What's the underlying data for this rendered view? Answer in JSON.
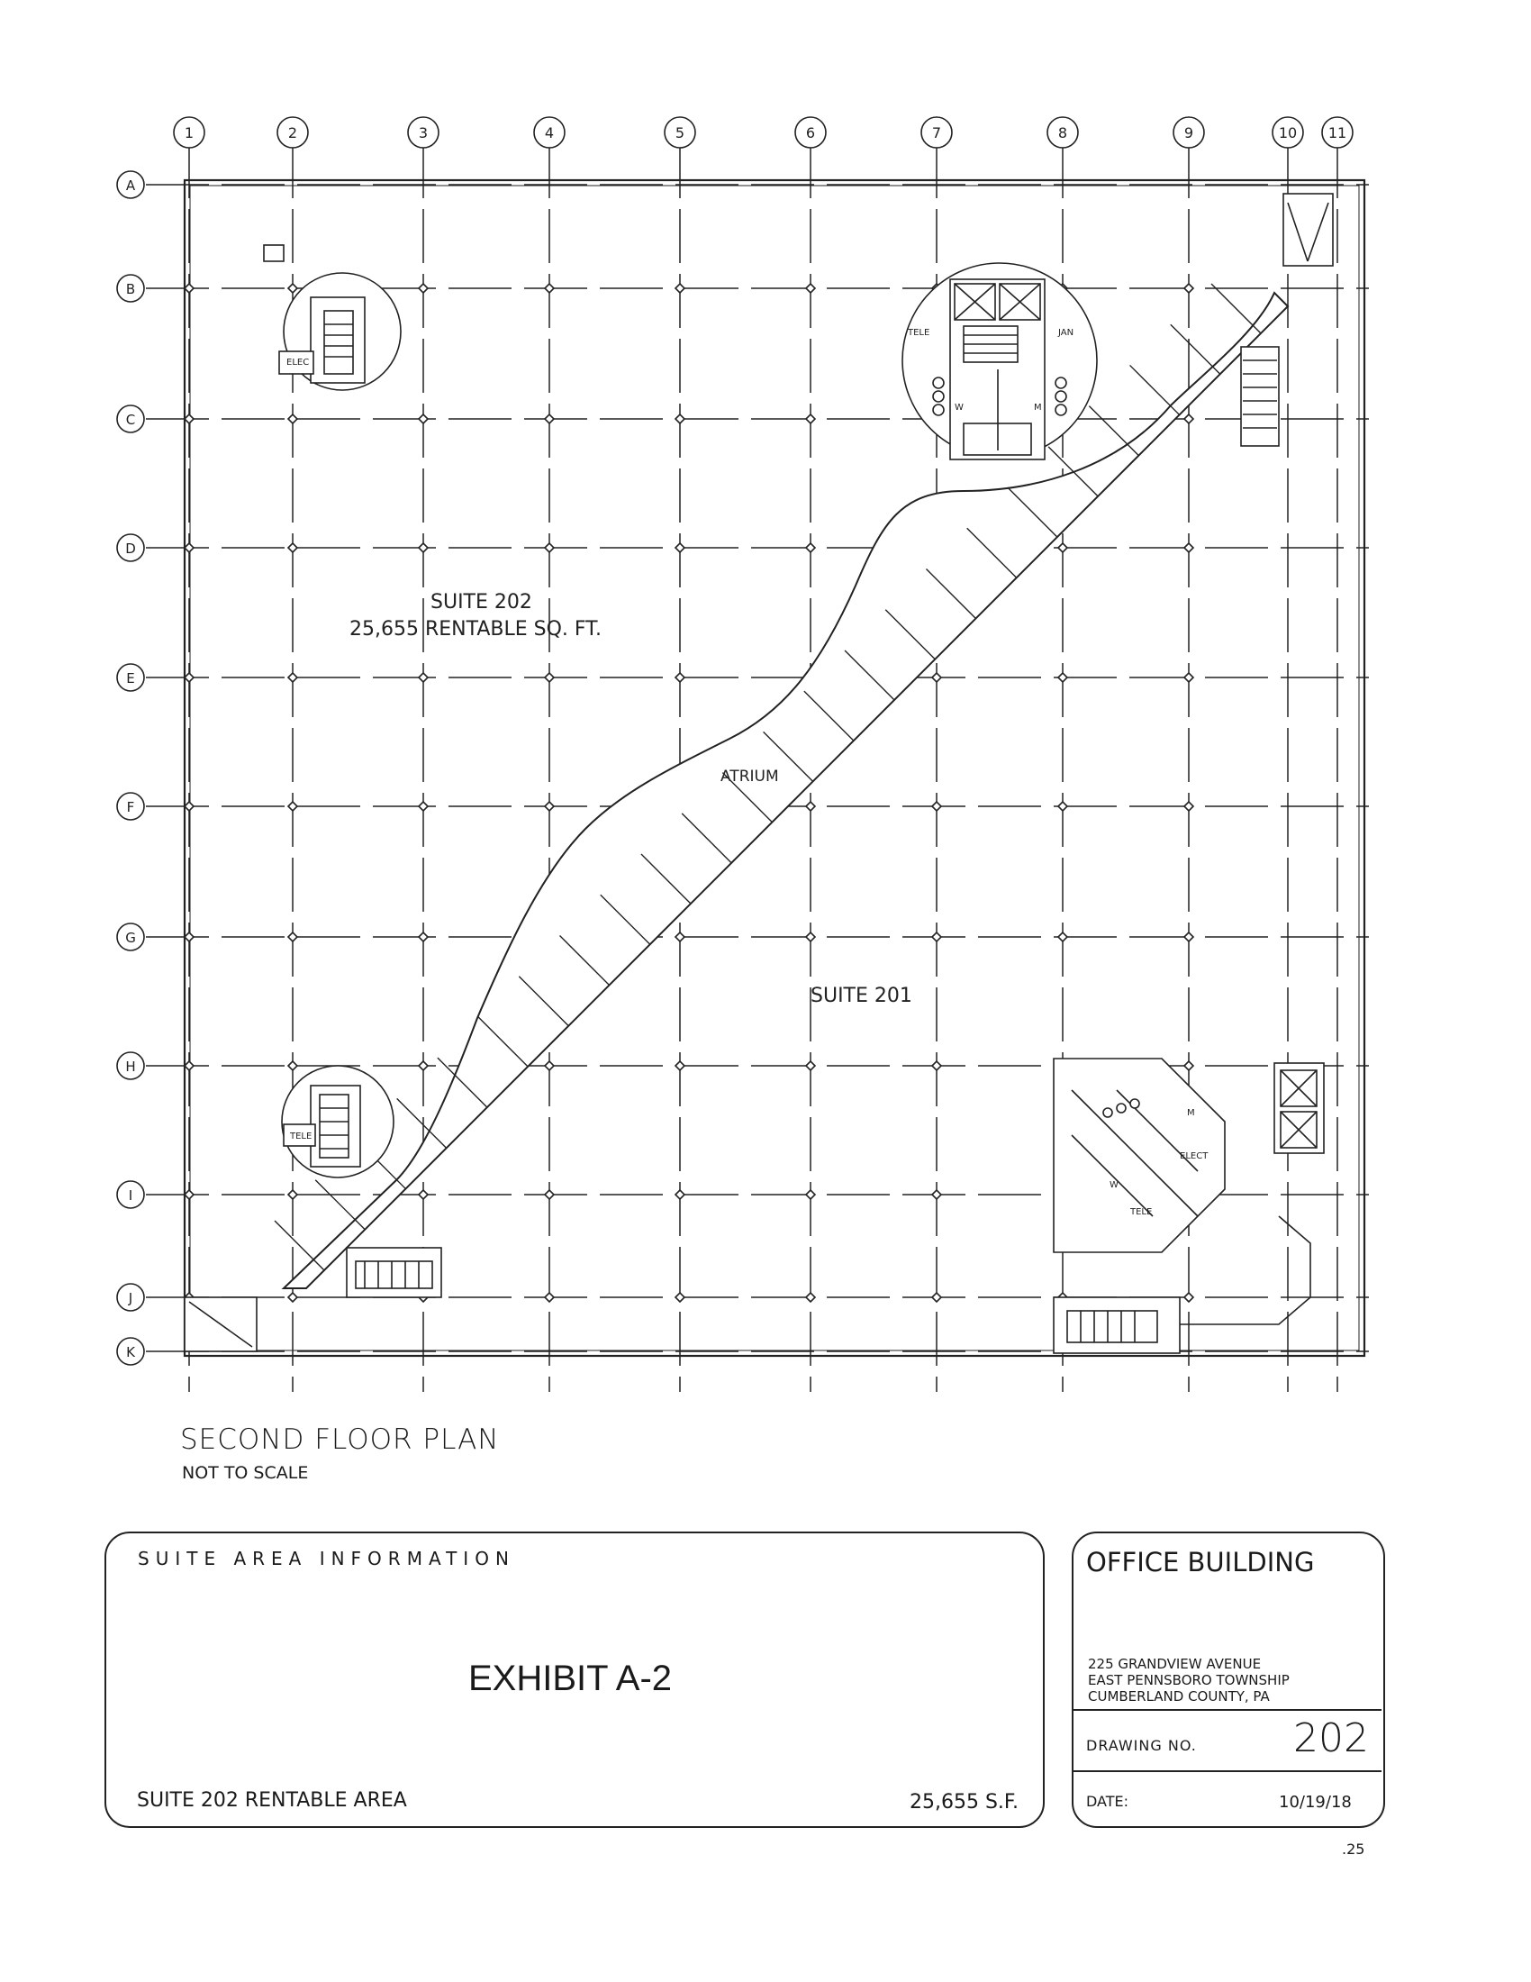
{
  "plan": {
    "column_labels": [
      "1",
      "2",
      "3",
      "4",
      "5",
      "6",
      "7",
      "8",
      "9",
      "10",
      "11"
    ],
    "row_labels": [
      "A",
      "B",
      "C",
      "D",
      "E",
      "F",
      "G",
      "H",
      "I",
      "J",
      "K"
    ],
    "suite_202_name": "SUITE 202",
    "suite_202_area": "25,655 RENTABLE SQ. FT.",
    "suite_201_name": "SUITE 201",
    "atrium_label": "ATRIUM",
    "room_labels": {
      "elec_nw": "ELEC",
      "tele_n": "TELE",
      "jan": "JAN",
      "w_n": "W",
      "m_n": "M",
      "tele_sw": "TELE",
      "m_se": "M",
      "w_se": "W",
      "elect_se": "ELECT",
      "tele_se": "TELE"
    }
  },
  "plan_title": "SECOND FLOOR PLAN",
  "plan_subtitle": "NOT TO SCALE",
  "suite_area_info": {
    "heading": "SUITE AREA INFORMATION",
    "exhibit": "EXHIBIT A-2",
    "rentable_label": "SUITE 202 RENTABLE AREA",
    "rentable_value": "25,655 S.F."
  },
  "building": {
    "title": "OFFICE BUILDING",
    "address_line1": "225 GRANDVIEW AVENUE",
    "address_line2": "EAST PENNSBORO TOWNSHIP",
    "address_line3": "CUMBERLAND COUNTY, PA",
    "drawing_no_label": "DRAWING NO.",
    "drawing_no": "202",
    "date_label": "DATE:",
    "date": "10/19/18"
  },
  "page_mark": ".25"
}
